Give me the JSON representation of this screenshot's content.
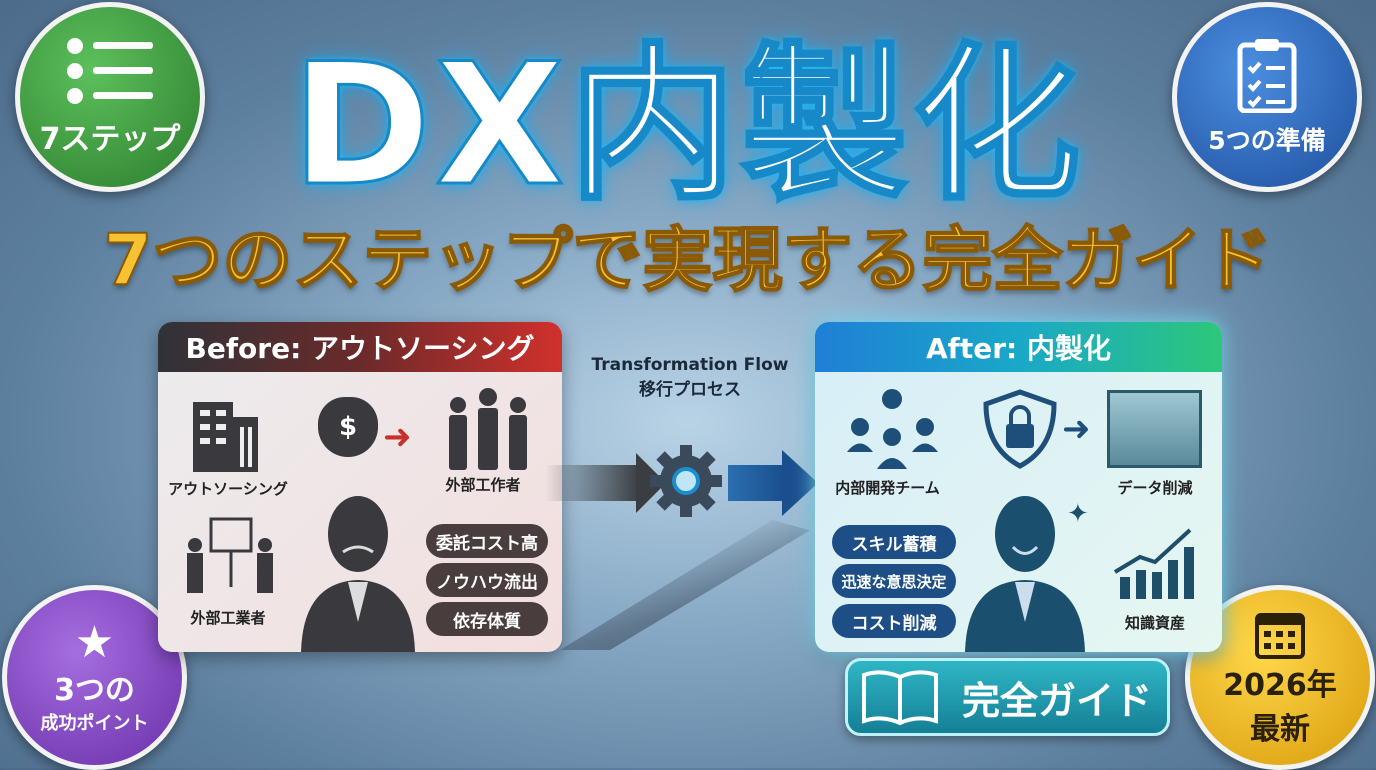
{
  "title": "DX内製化",
  "subtitle": "7つのステップで実現する完全ガイド",
  "badges": {
    "steps": {
      "label": "7ステップ",
      "icon": "numbered-list-icon",
      "color": "#3f9a3f"
    },
    "prep": {
      "label": "5つの準備",
      "icon": "checklist-clipboard-icon",
      "color": "#2f6ec4"
    },
    "points": {
      "line1": "3つの",
      "line2": "成功ポイント",
      "icon": "star-icon",
      "color": "#8a4ac8"
    },
    "latest": {
      "line1": "2026年",
      "line2": "最新",
      "icon": "calendar-icon",
      "color": "#e6b11c"
    }
  },
  "before": {
    "header": "Before: アウトソーシング",
    "labels": [
      "アウトソーシング",
      "外部工作者",
      "外部工業者"
    ],
    "pills": [
      "委託コスト高",
      "ノウハウ流出",
      "依存体質"
    ]
  },
  "flow": {
    "line1": "Transformation Flow",
    "line2": "移行プロセス"
  },
  "after": {
    "header": "After: 内製化",
    "labels": [
      "内部開発チーム",
      "データ削減",
      "知識資産"
    ],
    "pills": [
      "スキル蓄積",
      "迅速な意思決定",
      "コスト削減"
    ]
  },
  "guide_button": "完全ガイド"
}
